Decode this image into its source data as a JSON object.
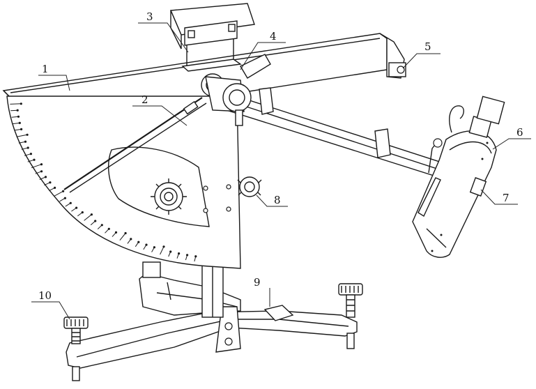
{
  "parts": [
    {
      "id": "p1",
      "label": "1"
    },
    {
      "id": "p2",
      "label": "2"
    },
    {
      "id": "p3",
      "label": "3"
    },
    {
      "id": "p4",
      "label": "4"
    },
    {
      "id": "p5",
      "label": "5"
    },
    {
      "id": "p6",
      "label": "6"
    },
    {
      "id": "p7",
      "label": "7"
    },
    {
      "id": "p8",
      "label": "8"
    },
    {
      "id": "p9",
      "label": "9"
    },
    {
      "id": "p10",
      "label": "10"
    }
  ],
  "colors": {
    "line": "#1a1a1a",
    "background": "#ffffff"
  }
}
